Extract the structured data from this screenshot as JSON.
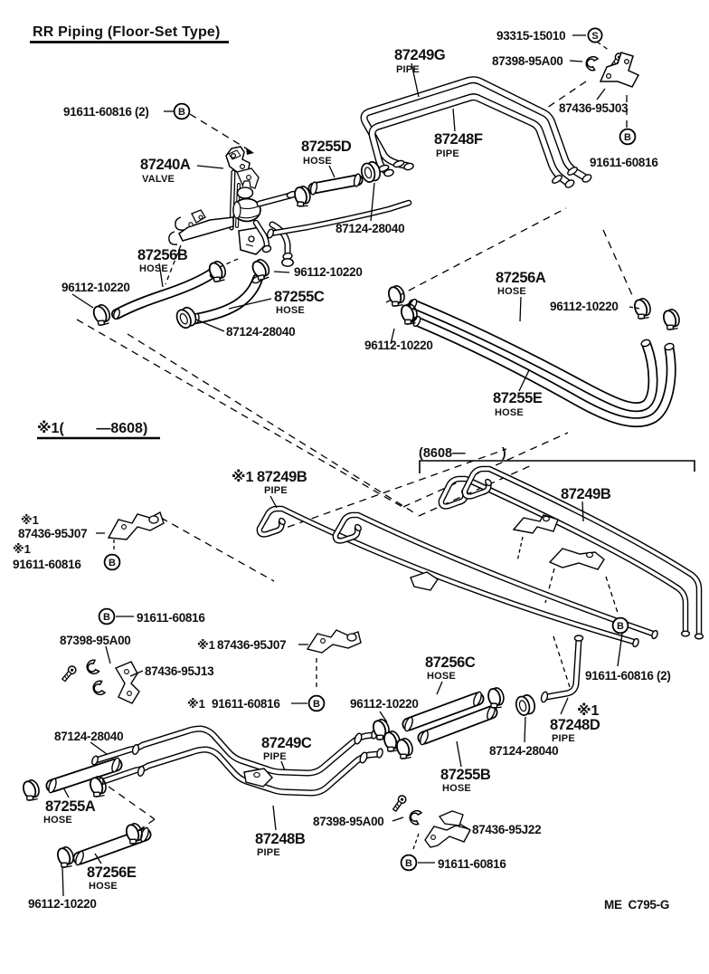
{
  "page": {
    "title": "RR Piping (Floor-Set Type)",
    "footer_code": "ME  C795-G",
    "note_pre8608": "※1(        —8608)",
    "note_post8608": "(8608—          )",
    "asterisk1": "※1"
  },
  "word": {
    "pipe": "PIPE",
    "hose": "HOSE",
    "valve": "VALVE"
  },
  "symbols": {
    "bolt": "B",
    "screw": "S"
  },
  "labels": {
    "bolt_top_left": "91611-60816 (2)",
    "screw_top": "93315-15010",
    "clip_top": "87398-95A00",
    "pipe_87249g": "87249G",
    "bracket_95j03": "87436-95J03",
    "bolt_top_right": "91611-60816",
    "hose_87255d": "87255D",
    "pipe_87248f": "87248F",
    "valve_87240a": "87240A",
    "joint_top": "87124-28040",
    "hose_87256b": "87256B",
    "clamp_left": "96112-10220",
    "clamp_center": "96112-10220",
    "hose_87255c": "87255C",
    "joint_left": "87124-28040",
    "hose_87256a": "87256A",
    "clamp_right": "96112-10220",
    "clamp_mid": "96112-10220",
    "hose_87255e": "87255E",
    "pipe_87249b_a": "87249B",
    "pipe_87249b_b": "87249B",
    "bracket_95j07_a": "87436-95J07",
    "bolt_mid_left_a": "91611-60816",
    "bolt_mid_left_b": "91611-60816",
    "clip_mid": "87398-95A00",
    "bracket_95j07_b": "87436-95J07",
    "bracket_95j13": "87436-95J13",
    "bolt_mid_center": "91611-60816",
    "clamp_lower_mid": "96112-10220",
    "hose_87256c": "87256C",
    "bolt_mid_right": "91611-60816 (2)",
    "pipe_87248d": "87248D",
    "joint_bottom_left": "87124-28040",
    "hose_87255a": "87255A",
    "hose_87256e": "87256E",
    "clamp_bottom_left": "96112-10220",
    "pipe_87249c": "87249C",
    "pipe_87248b": "87248B",
    "joint_bottom_right": "87124-28040",
    "hose_87255b": "87255B",
    "clip_bottom": "87398-95A00",
    "bracket_95j22": "87436-95J22",
    "bolt_bottom": "91611-60816"
  }
}
